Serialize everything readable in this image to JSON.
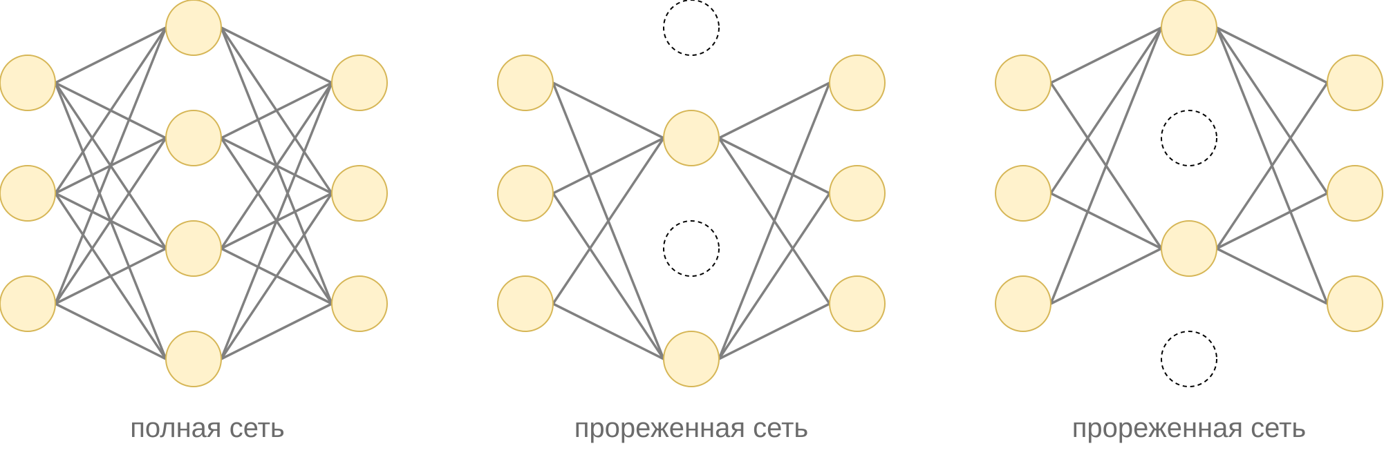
{
  "colors": {
    "node_fill": "#fff2cc",
    "node_stroke": "#d6b656",
    "edge": "#808080",
    "dropped_stroke": "#000000",
    "caption": "#6b6b6b"
  },
  "networks": [
    {
      "caption": "полная сеть",
      "hidden_active": [
        true,
        true,
        true,
        true
      ]
    },
    {
      "caption": "прореженная сеть",
      "hidden_active": [
        false,
        true,
        false,
        true
      ]
    },
    {
      "caption": "прореженная сеть",
      "hidden_active": [
        true,
        false,
        true,
        false
      ]
    }
  ]
}
